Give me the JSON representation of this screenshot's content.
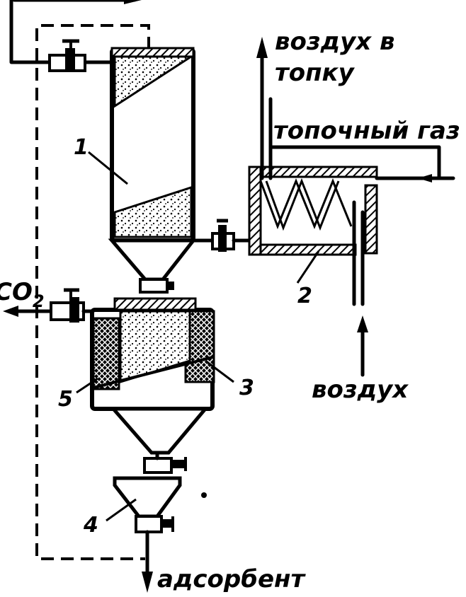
{
  "labels": {
    "air_to_furnace_line1": "воздух в",
    "air_to_furnace_line2": "топку",
    "flue_gas": "топочный газ",
    "air_in": "воздух",
    "adsorbent": "адсорбент",
    "co2": "CO",
    "co2_sub": "2"
  },
  "numbers": {
    "n1": "1",
    "n2": "2",
    "n3": "3",
    "n4": "4",
    "n5": "5"
  }
}
